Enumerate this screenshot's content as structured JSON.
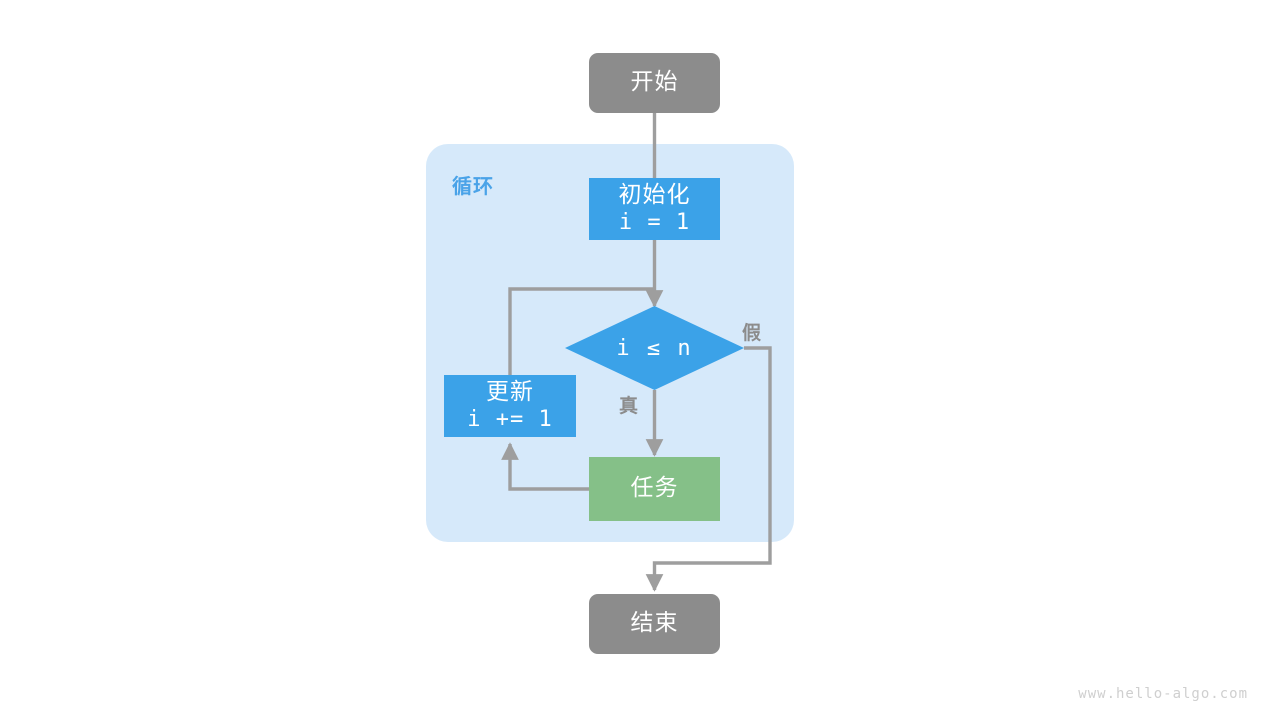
{
  "diagram": {
    "title_watermark": "www.hello-algo.com",
    "colors": {
      "terminal": "#8c8c8c",
      "process_blue": "#3ba2e8",
      "process_green": "#85c088",
      "loop_container": "#d6e9fa",
      "loop_label": "#4aa3e8",
      "edge": "#9e9e9e",
      "canvas": "#ffffff",
      "watermark": "#cfcfcf"
    },
    "loop_container": {
      "label": "循环"
    },
    "nodes": {
      "start": {
        "label": "开始",
        "shape": "terminal"
      },
      "init": {
        "line1": "初始化",
        "line2": "i = 1",
        "shape": "process"
      },
      "condition": {
        "label": "i ≤ n",
        "shape": "decision"
      },
      "update": {
        "line1": "更新",
        "line2": "i += 1",
        "shape": "process"
      },
      "task": {
        "label": "任务",
        "shape": "process"
      },
      "end": {
        "label": "结束",
        "shape": "terminal"
      }
    },
    "edge_labels": {
      "true_branch": "真",
      "false_branch": "假"
    }
  }
}
